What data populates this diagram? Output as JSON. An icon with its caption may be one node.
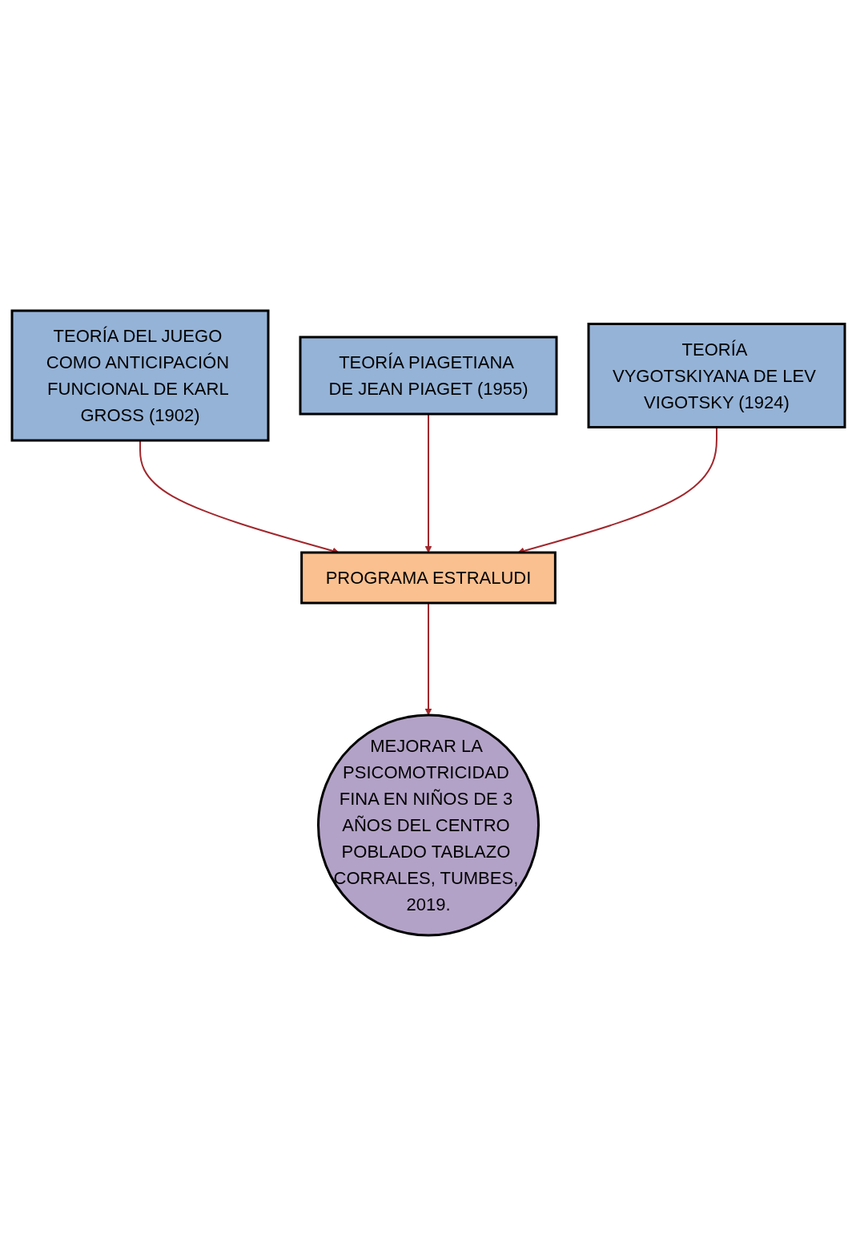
{
  "diagram": {
    "nodes": [
      {
        "text": [
          "TEORÍA DEL JUEGO COMO ANTICIPACIÓN FUNCIONAL DE KARL GROSS (1902)"
        ]
      },
      {
        "text": [
          "TEORÍA PIAGETIANA DE JEAN PIAGET (1955)"
        ]
      },
      {
        "text": [
          "TEORÍA VYGOTSKIYANA DE LEV VIGOTSKY (1924)"
        ]
      },
      {
        "text": [
          "PROGRAMA ESTRALUDI"
        ]
      },
      {
        "text": [
          "MEJORAR LA PSICOMOTRICIDAD FINA EN NIÑOS DE 3 AÑOS DEL CENTRO POBLADO TABLAZO CORRALES, TUMBES, 2019."
        ]
      }
    ],
    "edges": [
      {
        "from": 0,
        "to": 3,
        "arrow": "to"
      },
      {
        "from": 1,
        "to": 3,
        "arrow": "to"
      },
      {
        "from": 2,
        "to": 3,
        "arrow": "to"
      },
      {
        "from": 3,
        "to": 4,
        "arrow": "to"
      }
    ]
  }
}
